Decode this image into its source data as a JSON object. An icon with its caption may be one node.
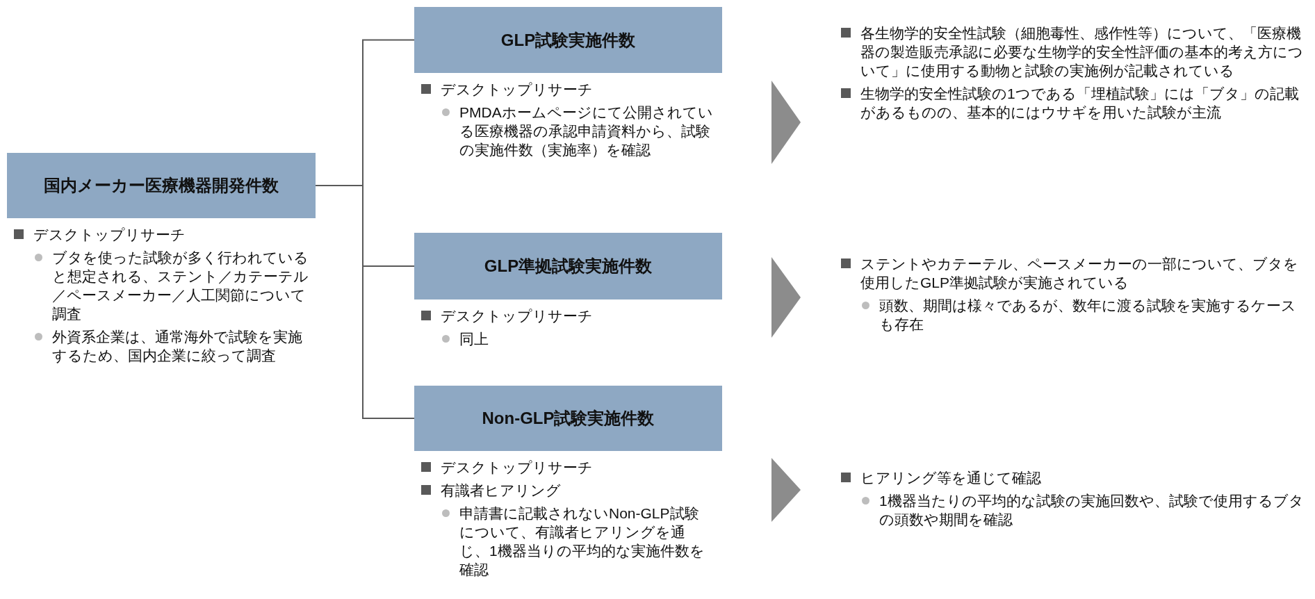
{
  "diagram": {
    "nodes": [
      {
        "text": [
          "国内メーカー医療機器開発件数"
        ],
        "beside": [
          "デスクトップリサーチ",
          "ブタを使った試験が多く行われていると想定される、ステント／カテーテル／ペースメーカー／人工関節について調査",
          "外資系企業は、通常海外で試験を実施するため、国内企業に絞って調査"
        ]
      },
      {
        "text": [
          "GLP試験実施件数"
        ],
        "beside": [
          "デスクトップリサーチ",
          "PMDAホームページにて公開されている医療機器の承認申請資料から、試験の実施件数（実施率）を確認"
        ]
      },
      {
        "text": [
          "GLP準拠試験実施件数"
        ],
        "beside": [
          "デスクトップリサーチ",
          "同上"
        ]
      },
      {
        "text": [
          "Non-GLP試験実施件数"
        ],
        "beside": [
          "デスクトップリサーチ",
          "有識者ヒアリング",
          "申請書に記載されないNon-GLP試験について、有識者ヒアリングを通じ、1機器当りの平均的な実施件数を確認"
        ]
      },
      {
        "text": [
          "各生物学的安全性試験（細胞毒性、感作性等）について、「医療機器の製造販売承認に必要な生物学的安全性評価の基本的考え方について」に使用する動物と試験の実施例が記載されている",
          "生物学的安全性試験の1つである「埋植試験」には「ブタ」の記載があるものの、基本的にはウサギを用いた試験が主流"
        ]
      },
      {
        "text": [
          "ステントやカテーテル、ペースメーカーの一部について、ブタを使用したGLP準拠試験が実施されている",
          "頭数、期間は様々であるが、数年に渡る試験を実施するケースも存在"
        ]
      },
      {
        "text": [
          "ヒアリング等を通じて確認",
          "1機器当たりの平均的な試験の実施回数や、試験で使用するブタの頭数や期間を確認"
        ]
      }
    ],
    "edges": [
      {
        "from": 0,
        "to": 1,
        "arrow": "none"
      },
      {
        "from": 0,
        "to": 2,
        "arrow": "none"
      },
      {
        "from": 0,
        "to": 3,
        "arrow": "none"
      },
      {
        "from": 1,
        "to": 4,
        "arrow": "to"
      },
      {
        "from": 2,
        "to": 5,
        "arrow": "to"
      },
      {
        "from": 3,
        "to": 6,
        "arrow": "to"
      }
    ]
  }
}
